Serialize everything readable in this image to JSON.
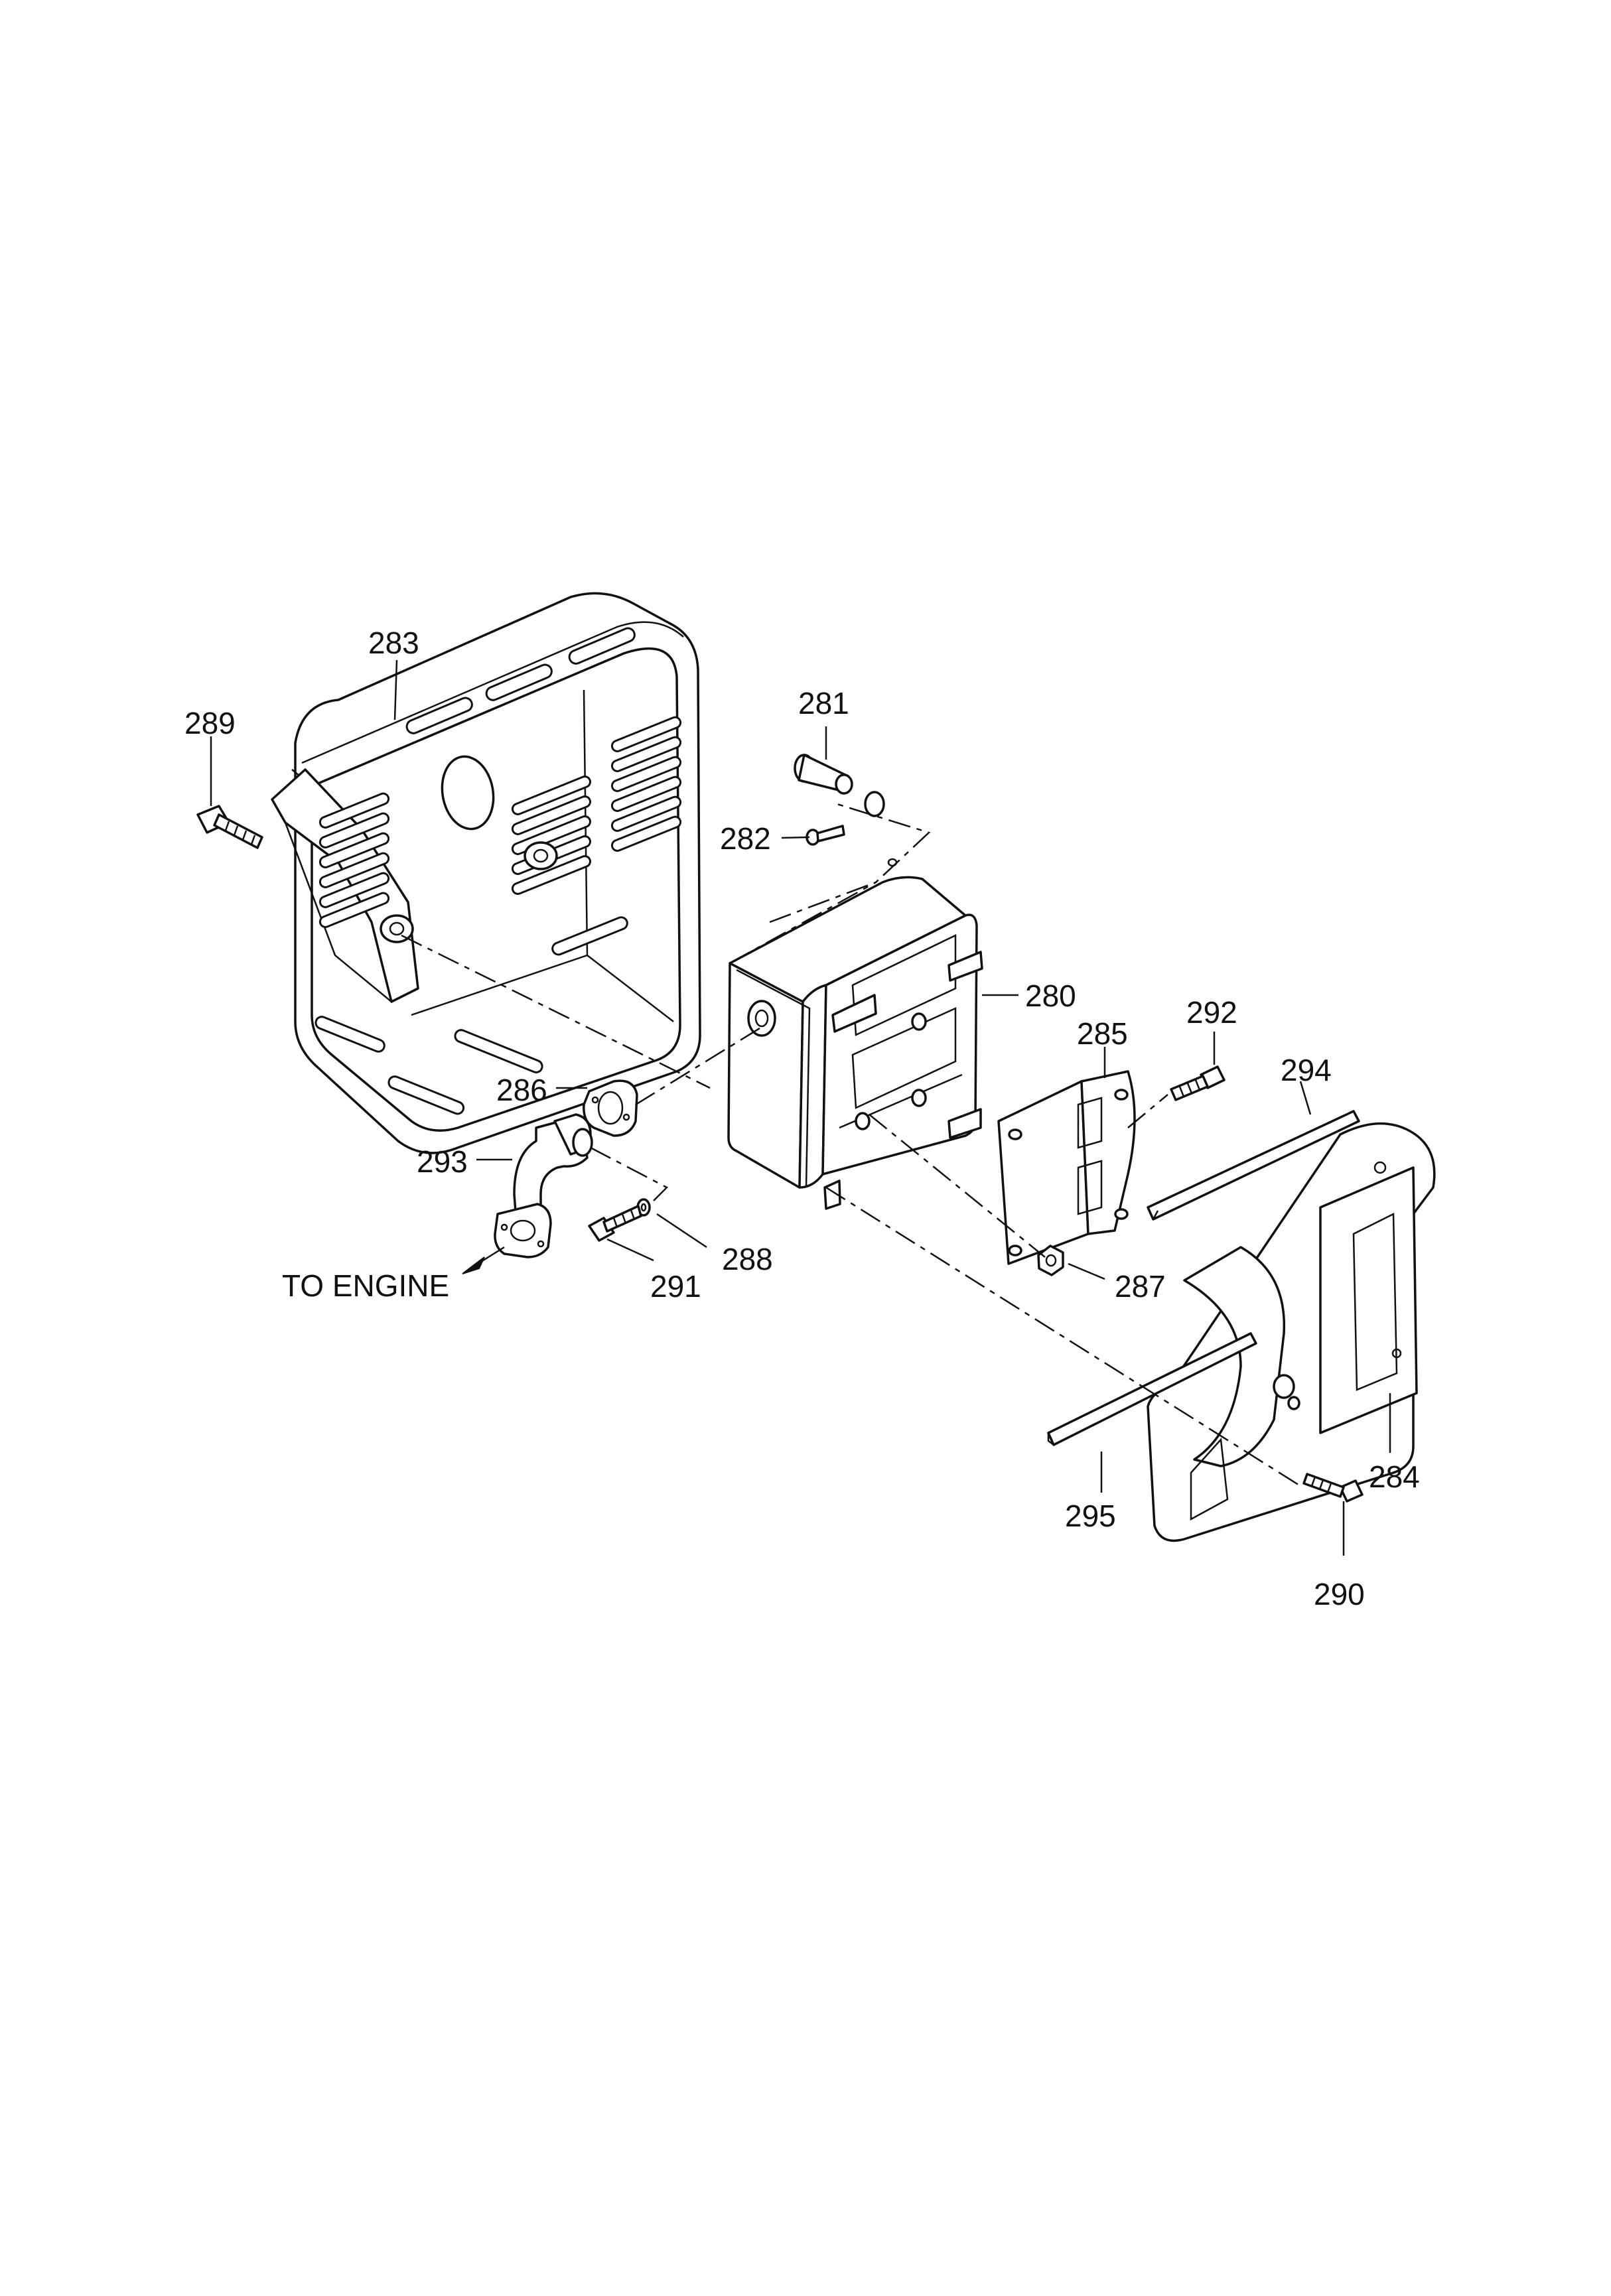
{
  "diagram": {
    "callouts": [
      {
        "id": "283",
        "label": "283"
      },
      {
        "id": "289",
        "label": "289"
      },
      {
        "id": "281",
        "label": "281"
      },
      {
        "id": "282",
        "label": "282"
      },
      {
        "id": "280",
        "label": "280"
      },
      {
        "id": "292",
        "label": "292"
      },
      {
        "id": "285",
        "label": "285"
      },
      {
        "id": "294",
        "label": "294"
      },
      {
        "id": "286",
        "label": "286"
      },
      {
        "id": "293",
        "label": "293"
      },
      {
        "id": "288",
        "label": "288"
      },
      {
        "id": "291",
        "label": "291"
      },
      {
        "id": "287",
        "label": "287"
      },
      {
        "id": "284",
        "label": "284"
      },
      {
        "id": "295",
        "label": "295"
      },
      {
        "id": "290",
        "label": "290"
      }
    ],
    "direction_label": "TO ENGINE",
    "parts": [
      {
        "id": "outer-heat-shield",
        "icon": "heat-shield-box-icon"
      },
      {
        "id": "muffler",
        "icon": "muffler-icon"
      },
      {
        "id": "mounting-bracket",
        "icon": "bracket-icon"
      },
      {
        "id": "side-heat-shield",
        "icon": "side-shield-icon"
      },
      {
        "id": "exhaust-elbow",
        "icon": "exhaust-elbow-icon"
      },
      {
        "id": "gasket",
        "icon": "gasket-icon"
      },
      {
        "id": "bolts",
        "icon": "bolt-icon"
      },
      {
        "id": "spark-arrestor",
        "icon": "spark-arrestor-icon"
      },
      {
        "id": "screw",
        "icon": "screw-icon"
      },
      {
        "id": "nut",
        "icon": "nut-icon"
      },
      {
        "id": "washer",
        "icon": "washer-icon"
      },
      {
        "id": "strip-upper",
        "icon": "strip-icon"
      },
      {
        "id": "strip-lower",
        "icon": "strip-icon"
      }
    ]
  }
}
